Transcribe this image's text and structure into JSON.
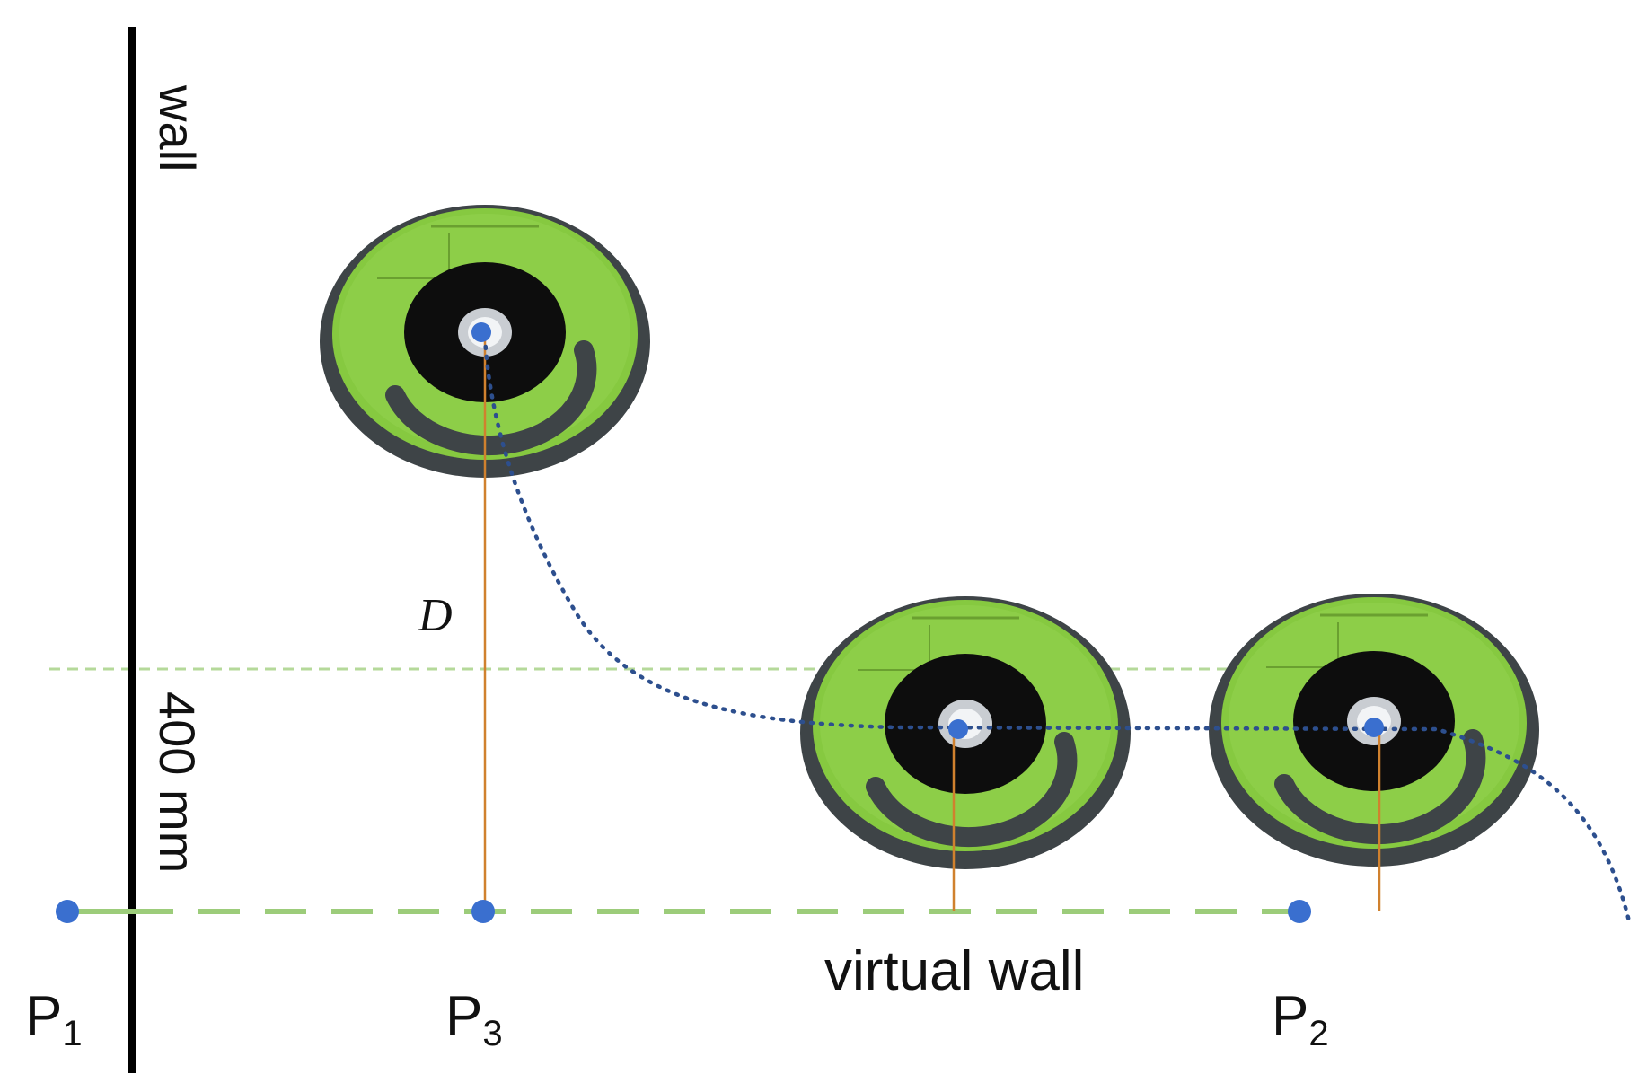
{
  "labels": {
    "wall": "wall",
    "distance": "400 mm",
    "virtual_wall": "virtual wall",
    "d_symbol": "D",
    "p1": "P",
    "p1_sub": "1",
    "p2": "P",
    "p2_sub": "2",
    "p3": "P",
    "p3_sub": "3"
  },
  "colors": {
    "wall": "#000000",
    "virtual_wall": "#9ccc7a",
    "threshold_line": "#b5d99a",
    "path": "#2d4f8e",
    "point": "#3a6fcf",
    "vertical_marker": "#d0812e",
    "robot_body": "#86c940",
    "robot_rim": "#3e4447",
    "robot_center": "#0d0d0d"
  },
  "icons": [
    "robot-vacuum-icon"
  ]
}
